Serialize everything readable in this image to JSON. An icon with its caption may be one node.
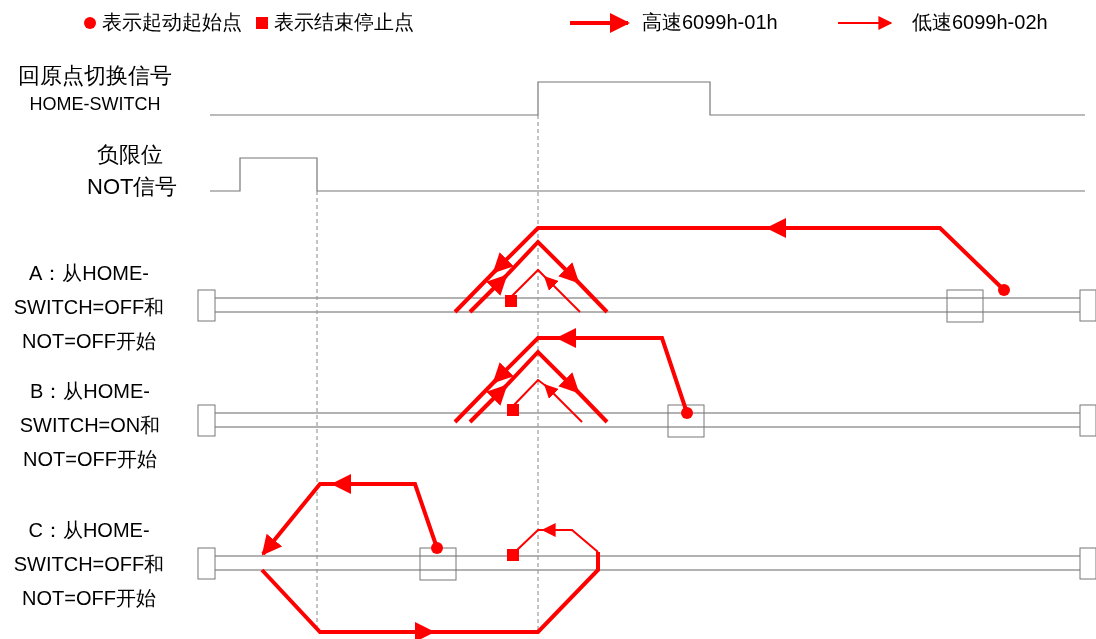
{
  "diagram": {
    "labels": [
      "回原点切换信号",
      "HOME-SWITCH",
      "负限位",
      "NOT信号",
      "A：从HOME-SWITCH=OFF和NOT=OFF开始",
      "B：从HOME-SWITCH=ON和NOT=OFF开始",
      "C：从HOME-SWITCH=OFF和NOT=OFF开始"
    ],
    "legend": [
      {
        "text": "表示起动起始点"
      },
      {
        "text": "表示结束停止点"
      },
      {
        "text": "高速6099h-01h"
      },
      {
        "text": "低速6099h-02h"
      }
    ]
  }
}
